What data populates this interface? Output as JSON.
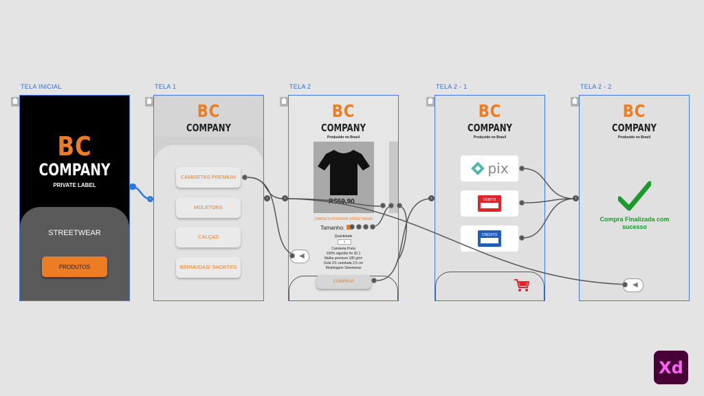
{
  "artboards": [
    {
      "label": "TELA INICIAL"
    },
    {
      "label": "TELA 1"
    },
    {
      "label": "TELA 2"
    },
    {
      "label": "TELA 2 - 1"
    },
    {
      "label": "TELA 2 - 2"
    }
  ],
  "brand": {
    "bc": "BC",
    "company": "COMPANY",
    "private_label": "PRIVATE LABEL",
    "made_in": "Produzido no Brasil"
  },
  "home": {
    "tagline": "STREETWEAR",
    "button": "PRODUTOS"
  },
  "tela1": {
    "menu": [
      "CAMISETAS PREMIUM",
      "MOLETONS",
      "CALÇAS",
      "BERMUDAS/ SHORTES"
    ]
  },
  "tela2": {
    "price": "R$59,90",
    "product_name": "CAMISETA PREMIUM STREETWEAR",
    "size_label": "Tamanho:",
    "qty_label": "Quantidade",
    "qty_value": "1",
    "details": [
      "Camiseta Preta",
      "100% algodão fio 30.1",
      "Malha premium 180 g/m²",
      "Gola 2/1 canelada 2,5 cm",
      "Modelagem Streetwear"
    ],
    "buy_button": "COMPRAR"
  },
  "tela21": {
    "pix": "pix",
    "debit": "DÉBITO",
    "credit": "CRÉDITO"
  },
  "tela22": {
    "success": "Compra Finalizada com sucesso"
  },
  "app_badge": "Xd",
  "colors": {
    "accent": "#ec7d24",
    "selection": "#3d7be0",
    "success": "#1a9a2a",
    "xd": "#470137",
    "xd_text": "#ff61f6"
  }
}
